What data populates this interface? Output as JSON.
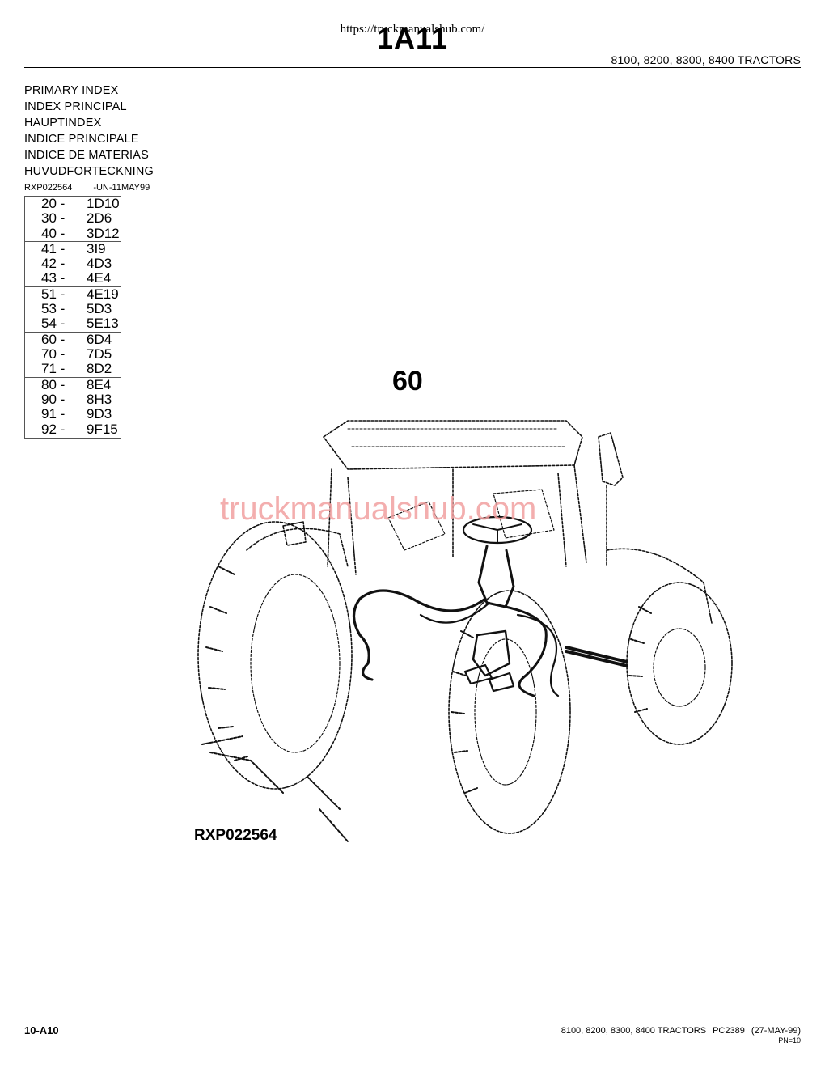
{
  "watermark_url": "https://truckmanualshub.com/",
  "page_code": "1A11",
  "header_title": "8100, 8200, 8300, 8400 TRACTORS",
  "index_titles": [
    "PRIMARY INDEX",
    "INDEX PRINCIPAL",
    "HAUPTINDEX",
    "INDICE PRINCIPALE",
    "INDICE DE MATERIAS",
    "HUVUDFORTECKNING"
  ],
  "ref_line": {
    "code": "RXP022564",
    "date": "-UN-11MAY99"
  },
  "index_groups": [
    [
      {
        "num": "20 -",
        "ref": "1D10"
      },
      {
        "num": "30 -",
        "ref": "2D6"
      },
      {
        "num": "40 -",
        "ref": "3D12"
      }
    ],
    [
      {
        "num": "41 -",
        "ref": "3I9"
      },
      {
        "num": "42 -",
        "ref": "4D3"
      },
      {
        "num": "43 -",
        "ref": "4E4"
      }
    ],
    [
      {
        "num": "51 -",
        "ref": "4E19"
      },
      {
        "num": "53 -",
        "ref": "5D3"
      },
      {
        "num": "54 -",
        "ref": "5E13"
      }
    ],
    [
      {
        "num": "60 -",
        "ref": "6D4"
      },
      {
        "num": "70 -",
        "ref": "7D5"
      },
      {
        "num": "71 -",
        "ref": "8D2"
      }
    ],
    [
      {
        "num": "80 -",
        "ref": "8E4"
      },
      {
        "num": "90 -",
        "ref": "8H3"
      },
      {
        "num": "91 -",
        "ref": "9D3"
      }
    ],
    [
      {
        "num": "92 -",
        "ref": "9F15"
      }
    ]
  ],
  "illustration": {
    "group_label": "60",
    "figure_code": "RXP022564",
    "watermark_text": "truckmanualshub.com",
    "watermark_color": "#f2a0a0"
  },
  "footer": {
    "page": "10-A10",
    "title": "8100, 8200, 8300, 8400 TRACTORS",
    "catalog": "PC2389",
    "date": "(27-MAY-99)",
    "pn": "PN=10"
  }
}
